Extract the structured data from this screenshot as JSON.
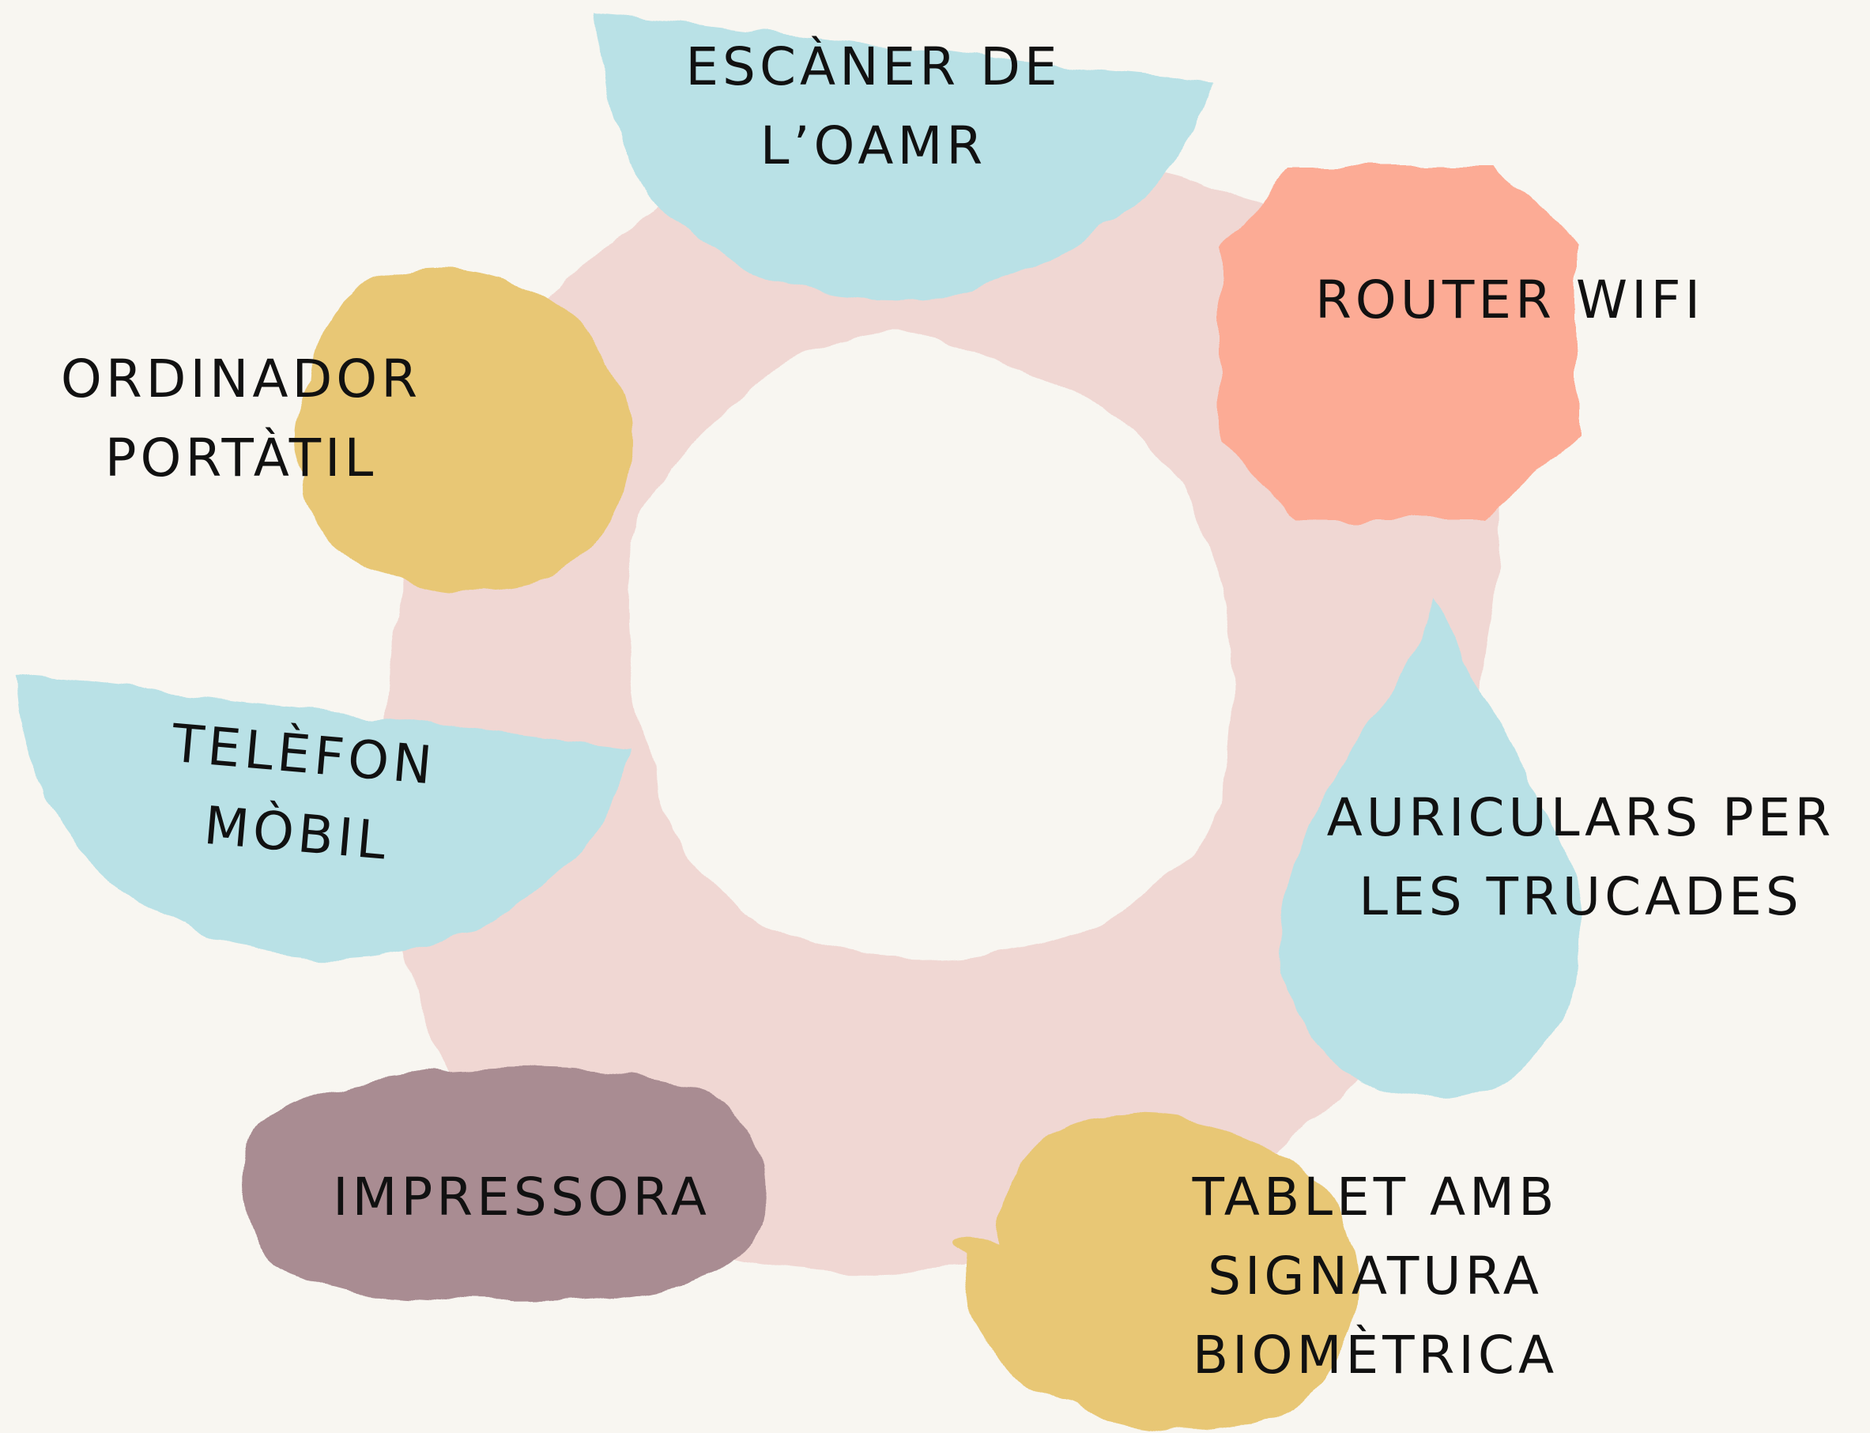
{
  "diagram": {
    "devices": [
      {
        "id": "scanner",
        "lines": [
          "ESCÀNER DE",
          "L’OAMR"
        ]
      },
      {
        "id": "router",
        "lines": [
          "ROUTER WIFI"
        ]
      },
      {
        "id": "headphones",
        "lines": [
          "AURICULARS PER",
          "LES TRUCADES"
        ]
      },
      {
        "id": "tablet",
        "lines": [
          "TABLET AMB",
          "SIGNATURA",
          "BIOMÈTRICA"
        ]
      },
      {
        "id": "printer",
        "lines": [
          "IMPRESSORA"
        ]
      },
      {
        "id": "phone",
        "lines": [
          "TELÈFON",
          "MÒBIL"
        ]
      },
      {
        "id": "laptop",
        "lines": [
          "ORDINADOR",
          "PORTÀTIL"
        ]
      }
    ]
  },
  "colors": {
    "background": "#f8f6f1",
    "ring": "#f0d4d0",
    "blue": "#b9e1e6",
    "yellow": "#e8c774",
    "salmon": "#fcab95",
    "mauve": "#a98c92",
    "text": "#111111"
  }
}
